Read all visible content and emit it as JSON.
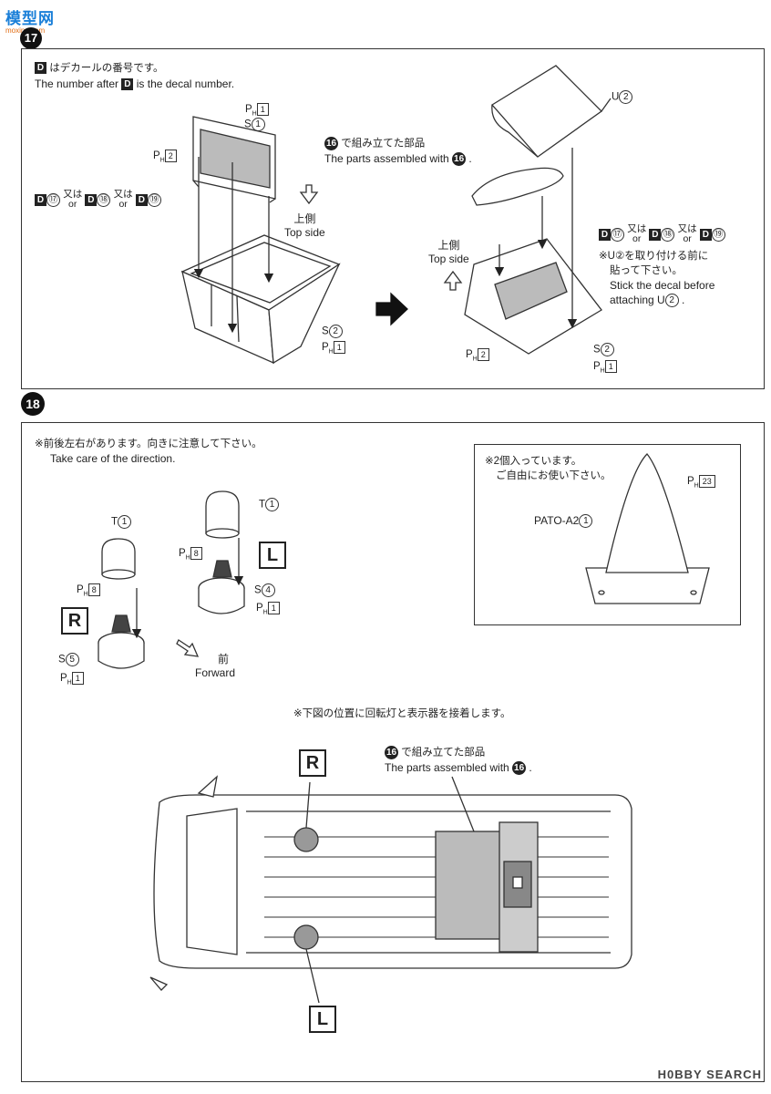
{
  "watermark": {
    "logo": "模型网",
    "sub": "moxing.com"
  },
  "step17": {
    "number": "17",
    "decal_note_jp": "はデカールの番号です。",
    "decal_note_en_pre": "The number after",
    "decal_note_en_post": "is the decal number.",
    "decal_letter": "D",
    "labels": {
      "ph1_top": "1",
      "s1": "1",
      "ph2_left": "2",
      "d17": "⑰",
      "d18": "⑱",
      "d19": "⑲",
      "or_jp": "又は",
      "or_en": "or",
      "top_side_jp": "上側",
      "top_side_en": "Top side",
      "s2": "2",
      "ph1_bottom": "1",
      "u2": "2",
      "asm_jp": "で組み立てた部品",
      "asm_en": "The parts assembled with",
      "asm_num": "16",
      "top_side2_jp": "上側",
      "top_side2_en": "Top side",
      "note_jp1": "※U②を取り付ける前に",
      "note_jp2": "貼って下さい。",
      "note_en1": "Stick the decal before",
      "note_en2_pre": "attaching U",
      "ph2_right": "2",
      "s2_right": "2",
      "ph1_right": "1"
    }
  },
  "step18": {
    "number": "18",
    "dir_note_jp": "※前後左右があります。向きに注意して下さい。",
    "dir_note_en": "Take care of the direction.",
    "t1_left": "1",
    "ph8_left": "8",
    "s5": "5",
    "ph1_left": "1",
    "t1_right": "1",
    "ph8_right": "8",
    "s4": "4",
    "ph1_right": "1",
    "R": "R",
    "L": "L",
    "forward_jp": "前",
    "forward_en": "Forward",
    "cone_note_jp1": "※2個入っています。",
    "cone_note_jp2": "ご自由にお使い下さい。",
    "ph23": "23",
    "pato": "PATO-A2",
    "pato_num": "1",
    "position_note": "※下図の位置に回転灯と表示器を接着します。",
    "asm_jp": "で組み立てた部品",
    "asm_en": "The parts assembled with",
    "asm_num": "16"
  },
  "footer": {
    "brand": "H0BBY SEARCH"
  }
}
